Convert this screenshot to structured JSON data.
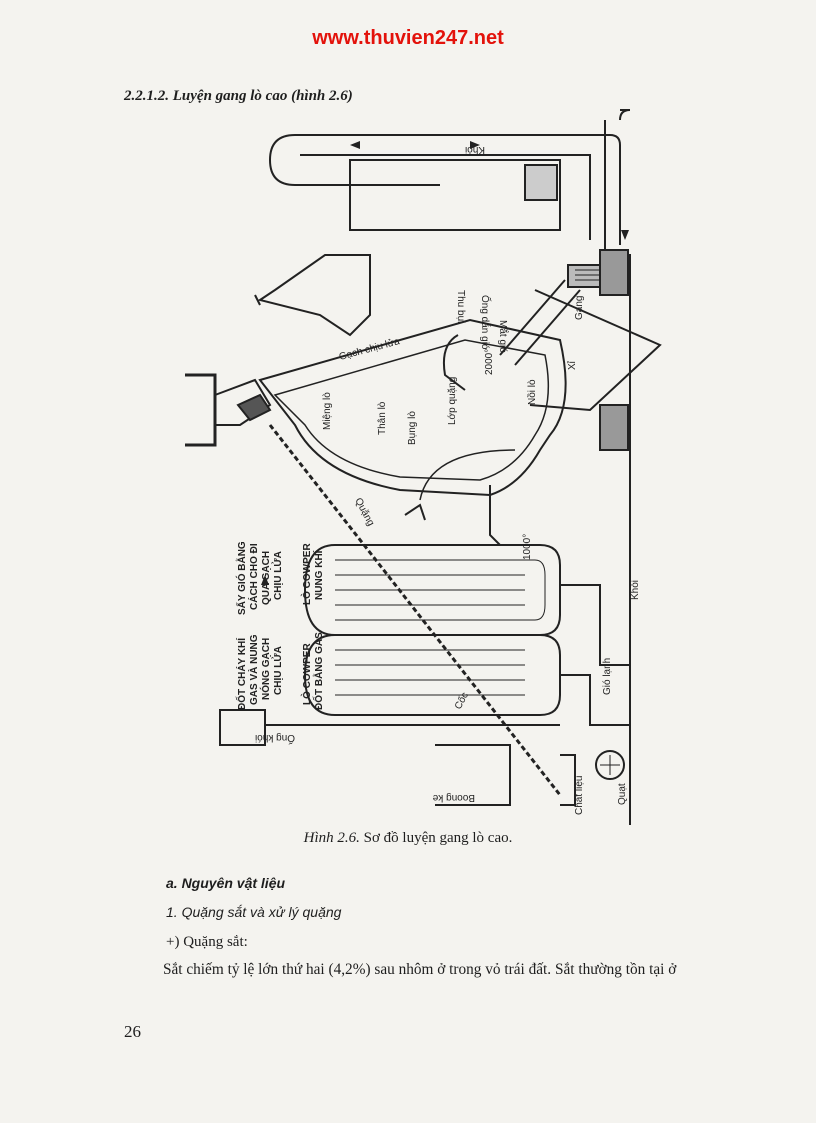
{
  "header": {
    "watermark_url": "www.thuvien247.net"
  },
  "section": {
    "heading": "2.2.1.2. Luyện gang lò cao (hình 2.6)"
  },
  "figure": {
    "labels": {
      "khoi_top": "Khói",
      "thu_bui": "Thu bụi",
      "ong_dan_gio": "Ống dẫn gió",
      "mat_gio": "Mắt gió",
      "gach_chiu_lua": "Gạch chịu lửa",
      "temp_2000": "2000°",
      "bung_lo": "Bụng lò",
      "lop_quang": "Lớp quặng",
      "noi_lo": "Nồi lò",
      "xi": "Xỉ",
      "gang": "Gang",
      "mieng_lo": "Miệng lò",
      "than_lo": "Thân lò",
      "quang": "Quặng",
      "temp_1000": "1000°",
      "khoi_right": "Khói",
      "gio_lanh": "Gió lạnh",
      "coc": "Cốc",
      "ong_khoi": "Ống khói",
      "quat": "Quạt",
      "boong_ke": "Boong ke",
      "chat_lieu": "Chất liệu",
      "say_gio_1": "SẤY GIÓ BẰNG",
      "say_gio_2": "CÁCH CHO ĐI",
      "say_gio_3": "QUA GẠCH",
      "say_gio_4": "CHỊU LỬA",
      "cowper_nung_1": "LÒ COWPER",
      "cowper_nung_2": "NUNG KHÍ",
      "dot_chay_1": "ĐỐT CHÁY KHÍ",
      "dot_chay_2": "GAS VÀ NUNG",
      "dot_chay_3": "NÓNG GẠCH",
      "dot_chay_4": "CHỊU LỬA",
      "cowper_dot_1": "LÒ COWPER",
      "cowper_dot_2": "ĐỐT BẰNG GAS"
    },
    "caption_number": "Hình 2.6.",
    "caption_text": "Sơ đồ luyện gang lò cao."
  },
  "content": {
    "subheading": "a. Nguyên vật liệu",
    "item": "1. Quặng sắt và xử lý quặng",
    "plus": "+) Quặng sắt:",
    "paragraph": "Sắt chiếm tỷ lệ lớn thứ hai (4,2%) sau nhôm ở trong vỏ trái đất. Sắt thường tồn tại ở"
  },
  "footer": {
    "page_number": "26"
  }
}
